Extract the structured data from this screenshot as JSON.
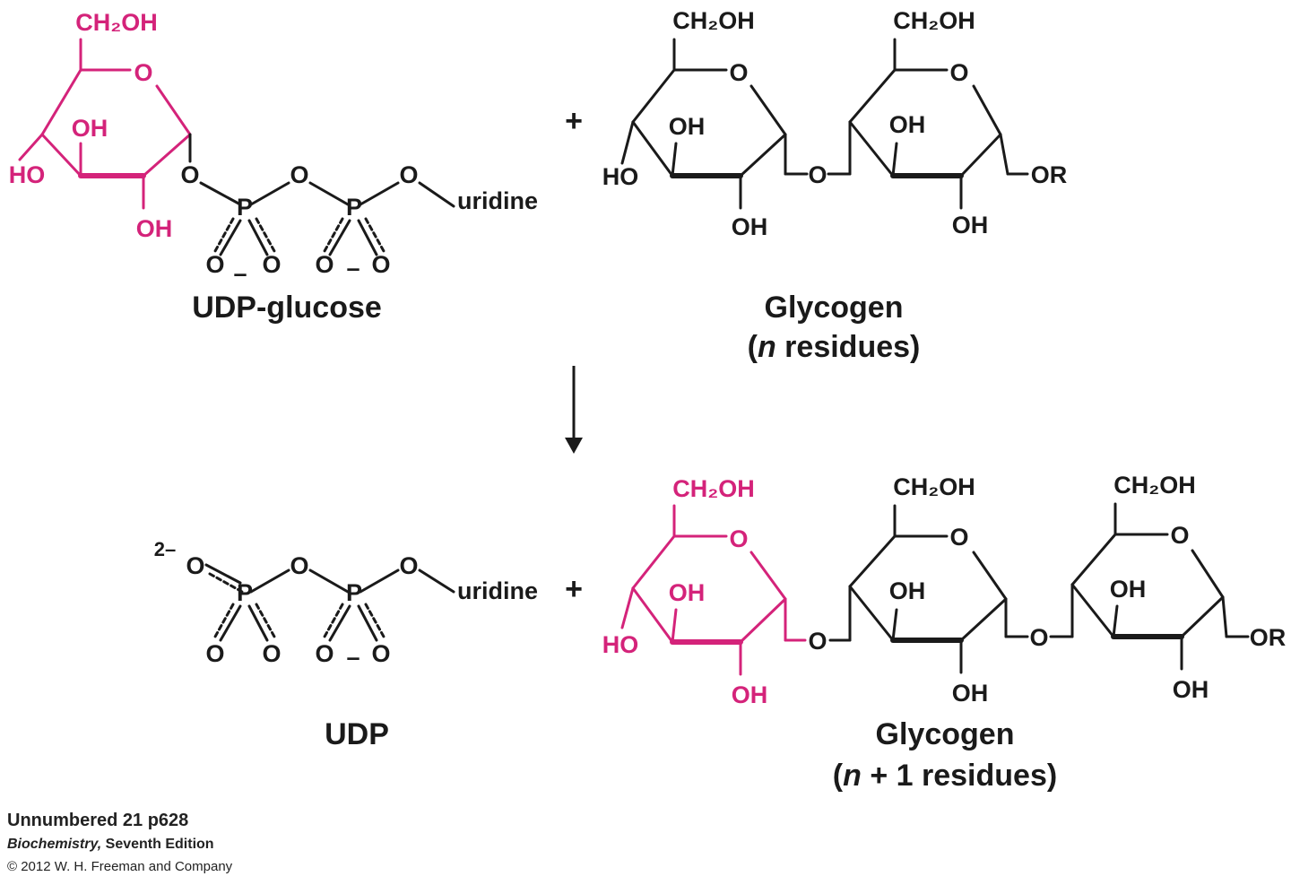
{
  "colors": {
    "ink": "#1a1a1a",
    "highlight": "#d4237a"
  },
  "reactants": {
    "udp_glucose": {
      "name": "UDP-glucose",
      "ring_color": "highlight",
      "labels": {
        "ch2oh": "CH₂OH",
        "ring_o": "O",
        "oh_top": "OH",
        "ho_left": "HO",
        "oh_bottom": "OH"
      },
      "phosphate": {
        "bridge_o_1": "O",
        "bridge_o_2": "O",
        "bridge_o_3": "O",
        "p1": "P",
        "p2": "P",
        "o_minus_1": "O",
        "o_dbl_1": "O",
        "o_minus_2": "O",
        "o_dbl_2": "O",
        "minus": "–",
        "uridine": "uridine"
      }
    },
    "plus": "+",
    "glycogen": {
      "name": "Glycogen",
      "subtitle_open": "(",
      "subtitle_n": "n",
      "subtitle_rest": " residues)",
      "ring1": {
        "ch2oh": "CH₂OH",
        "ring_o": "O",
        "oh_top": "OH",
        "ho_left": "HO",
        "oh_bottom": "OH"
      },
      "bridge_o": "O",
      "ring2": {
        "ch2oh": "CH₂OH",
        "ring_o": "O",
        "oh_top": "OH",
        "oh_bottom": "OH",
        "or": "OR"
      }
    }
  },
  "reaction_arrow": "down-arrow",
  "products": {
    "udp": {
      "name": "UDP",
      "charge": "2–",
      "labels": {
        "o_terminal": "O",
        "bridge_o_1": "O",
        "bridge_o_2": "O",
        "p1": "P",
        "p2": "P",
        "o_low_1": "O",
        "o_low_2": "O",
        "o_low_3": "O",
        "o_low_4": "O",
        "minus": "–",
        "uridine": "uridine"
      }
    },
    "plus": "+",
    "glycogen": {
      "name": "Glycogen",
      "subtitle_open": "(",
      "subtitle_n": "n",
      "subtitle_rest": " + 1 residues)",
      "ring_new": {
        "ch2oh": "CH₂OH",
        "ring_o": "O",
        "oh_top": "OH",
        "ho_left": "HO",
        "oh_bottom": "OH",
        "bridge_o": "O"
      },
      "ring2": {
        "ch2oh": "CH₂OH",
        "ring_o": "O",
        "oh_top": "OH",
        "oh_bottom": "OH",
        "bridge_o": "O"
      },
      "ring3": {
        "ch2oh": "CH₂OH",
        "ring_o": "O",
        "oh_top": "OH",
        "oh_bottom": "OH",
        "or": "OR"
      }
    }
  },
  "credits": {
    "line1": "Unnumbered 21 p628",
    "line2_italic": "Biochemistry,",
    "line2_rest": " Seventh Edition",
    "line3": "© 2012 W. H. Freeman and Company"
  }
}
